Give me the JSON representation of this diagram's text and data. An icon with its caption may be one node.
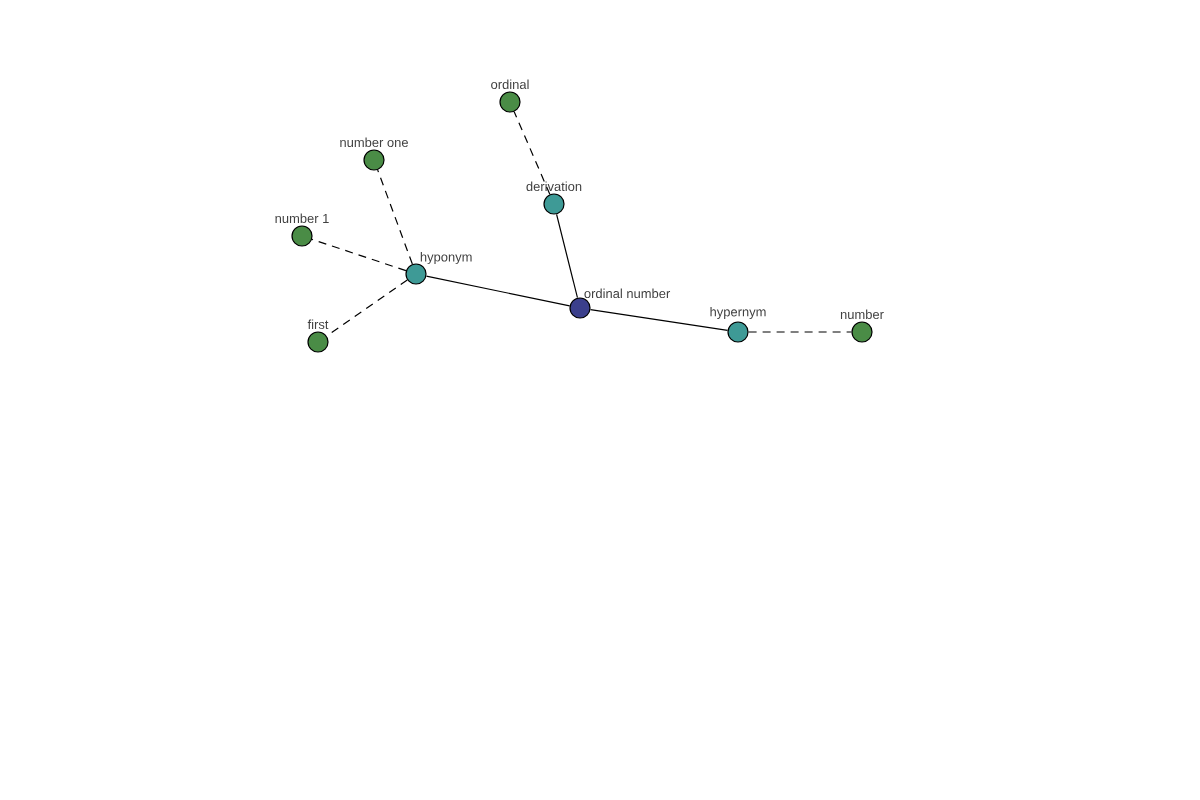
{
  "diagram": {
    "nodes": [
      {
        "text": [
          "ordinal number"
        ]
      },
      {
        "text": [
          "hyponym"
        ]
      },
      {
        "text": [
          "hypernym"
        ]
      },
      {
        "text": [
          "derivation"
        ]
      },
      {
        "text": [
          "number one"
        ]
      },
      {
        "text": [
          "number 1"
        ]
      },
      {
        "text": [
          "first"
        ]
      },
      {
        "text": [
          "ordinal"
        ]
      },
      {
        "text": [
          "number"
        ]
      }
    ],
    "edges": [
      {
        "from": 1,
        "to": 0,
        "arrow": "none"
      },
      {
        "from": 0,
        "to": 2,
        "arrow": "none"
      },
      {
        "from": 0,
        "to": 3,
        "arrow": "none"
      },
      {
        "from": 1,
        "to": 4,
        "arrow": "none",
        "style": "dashed"
      },
      {
        "from": 1,
        "to": 5,
        "arrow": "none",
        "style": "dashed"
      },
      {
        "from": 1,
        "to": 6,
        "arrow": "none",
        "style": "dashed"
      },
      {
        "from": 3,
        "to": 7,
        "arrow": "none",
        "style": "dashed"
      },
      {
        "from": 2,
        "to": 8,
        "arrow": "none",
        "style": "dashed"
      }
    ]
  }
}
